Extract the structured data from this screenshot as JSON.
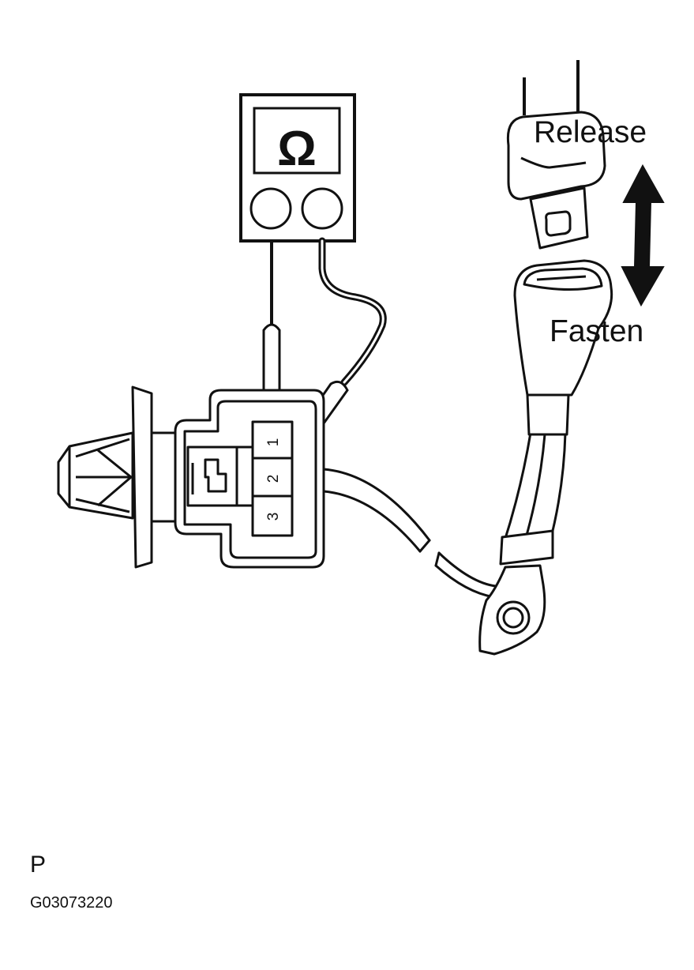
{
  "meter": {
    "symbol": "Ω"
  },
  "buckle": {
    "release_label": "Release",
    "fasten_label": "Fasten"
  },
  "connector": {
    "pins": [
      "1",
      "2",
      "3"
    ]
  },
  "footer": {
    "mark": "P",
    "code": "G03073220"
  }
}
